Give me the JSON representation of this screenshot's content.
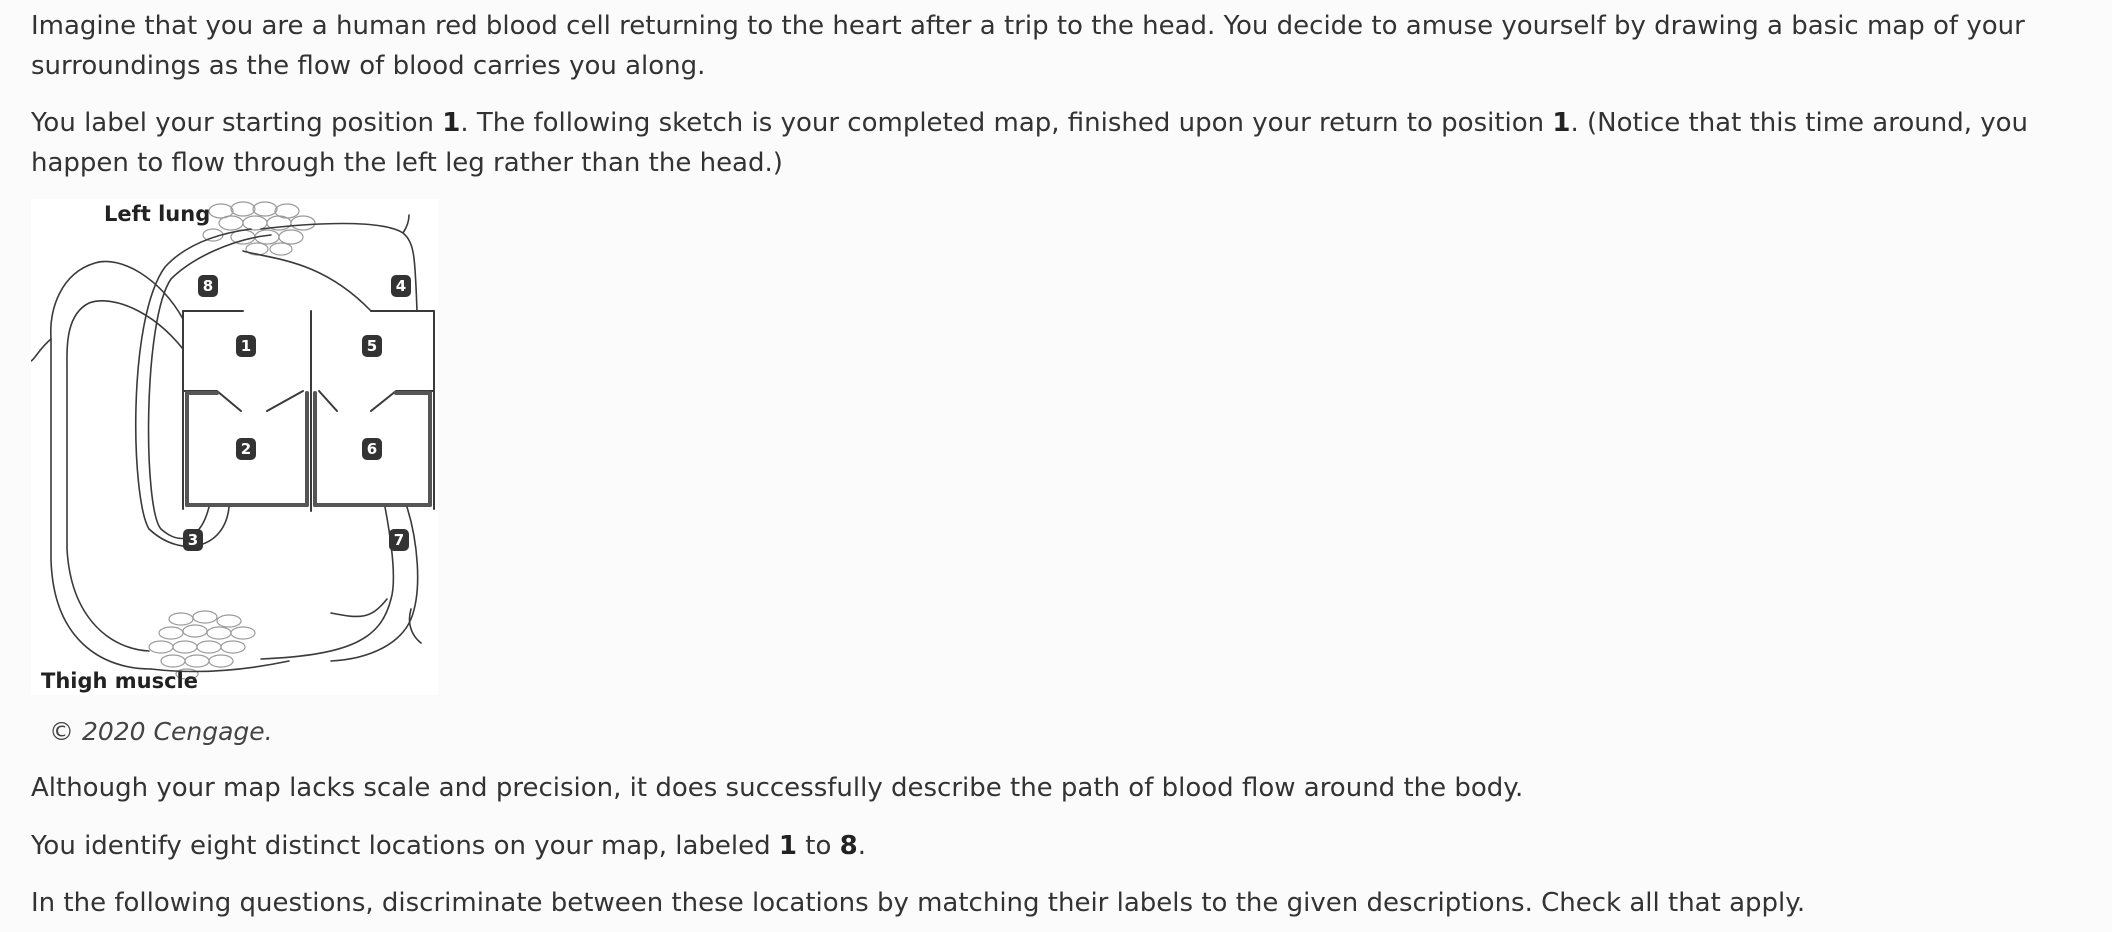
{
  "intro": {
    "p1": "Imagine that you are a human red blood cell returning to the heart after a trip to the head. You decide to amuse yourself by drawing a basic map of your surroundings as the flow of blood carries you along.",
    "p2_a": "You label your starting position ",
    "p2_b": "1",
    "p2_c": ". The following sketch is your completed map, finished upon your return to position ",
    "p2_d": "1",
    "p2_e": ". (Notice that this time around, you happen to flow through the left leg rather than the head.)"
  },
  "figure": {
    "label_lung": "Left lung",
    "label_muscle": "Thigh muscle",
    "markers": [
      "1",
      "2",
      "3",
      "4",
      "5",
      "6",
      "7",
      "8"
    ],
    "colors": {
      "line": "#3a3a3a",
      "marker_fill": "#333333",
      "marker_text": "#ffffff",
      "tissue": "#bdbdbd"
    }
  },
  "caption": "© 2020 Cengage.",
  "outro": {
    "p3": "Although your map lacks scale and precision, it does successfully describe the path of blood flow around the body.",
    "p4_a": "You identify eight distinct locations on your map, labeled ",
    "p4_b": "1",
    "p4_c": " to ",
    "p4_d": "8",
    "p4_e": ".",
    "p5": "In the following questions, discriminate between these locations by matching their labels to the given descriptions. Check all that apply."
  }
}
